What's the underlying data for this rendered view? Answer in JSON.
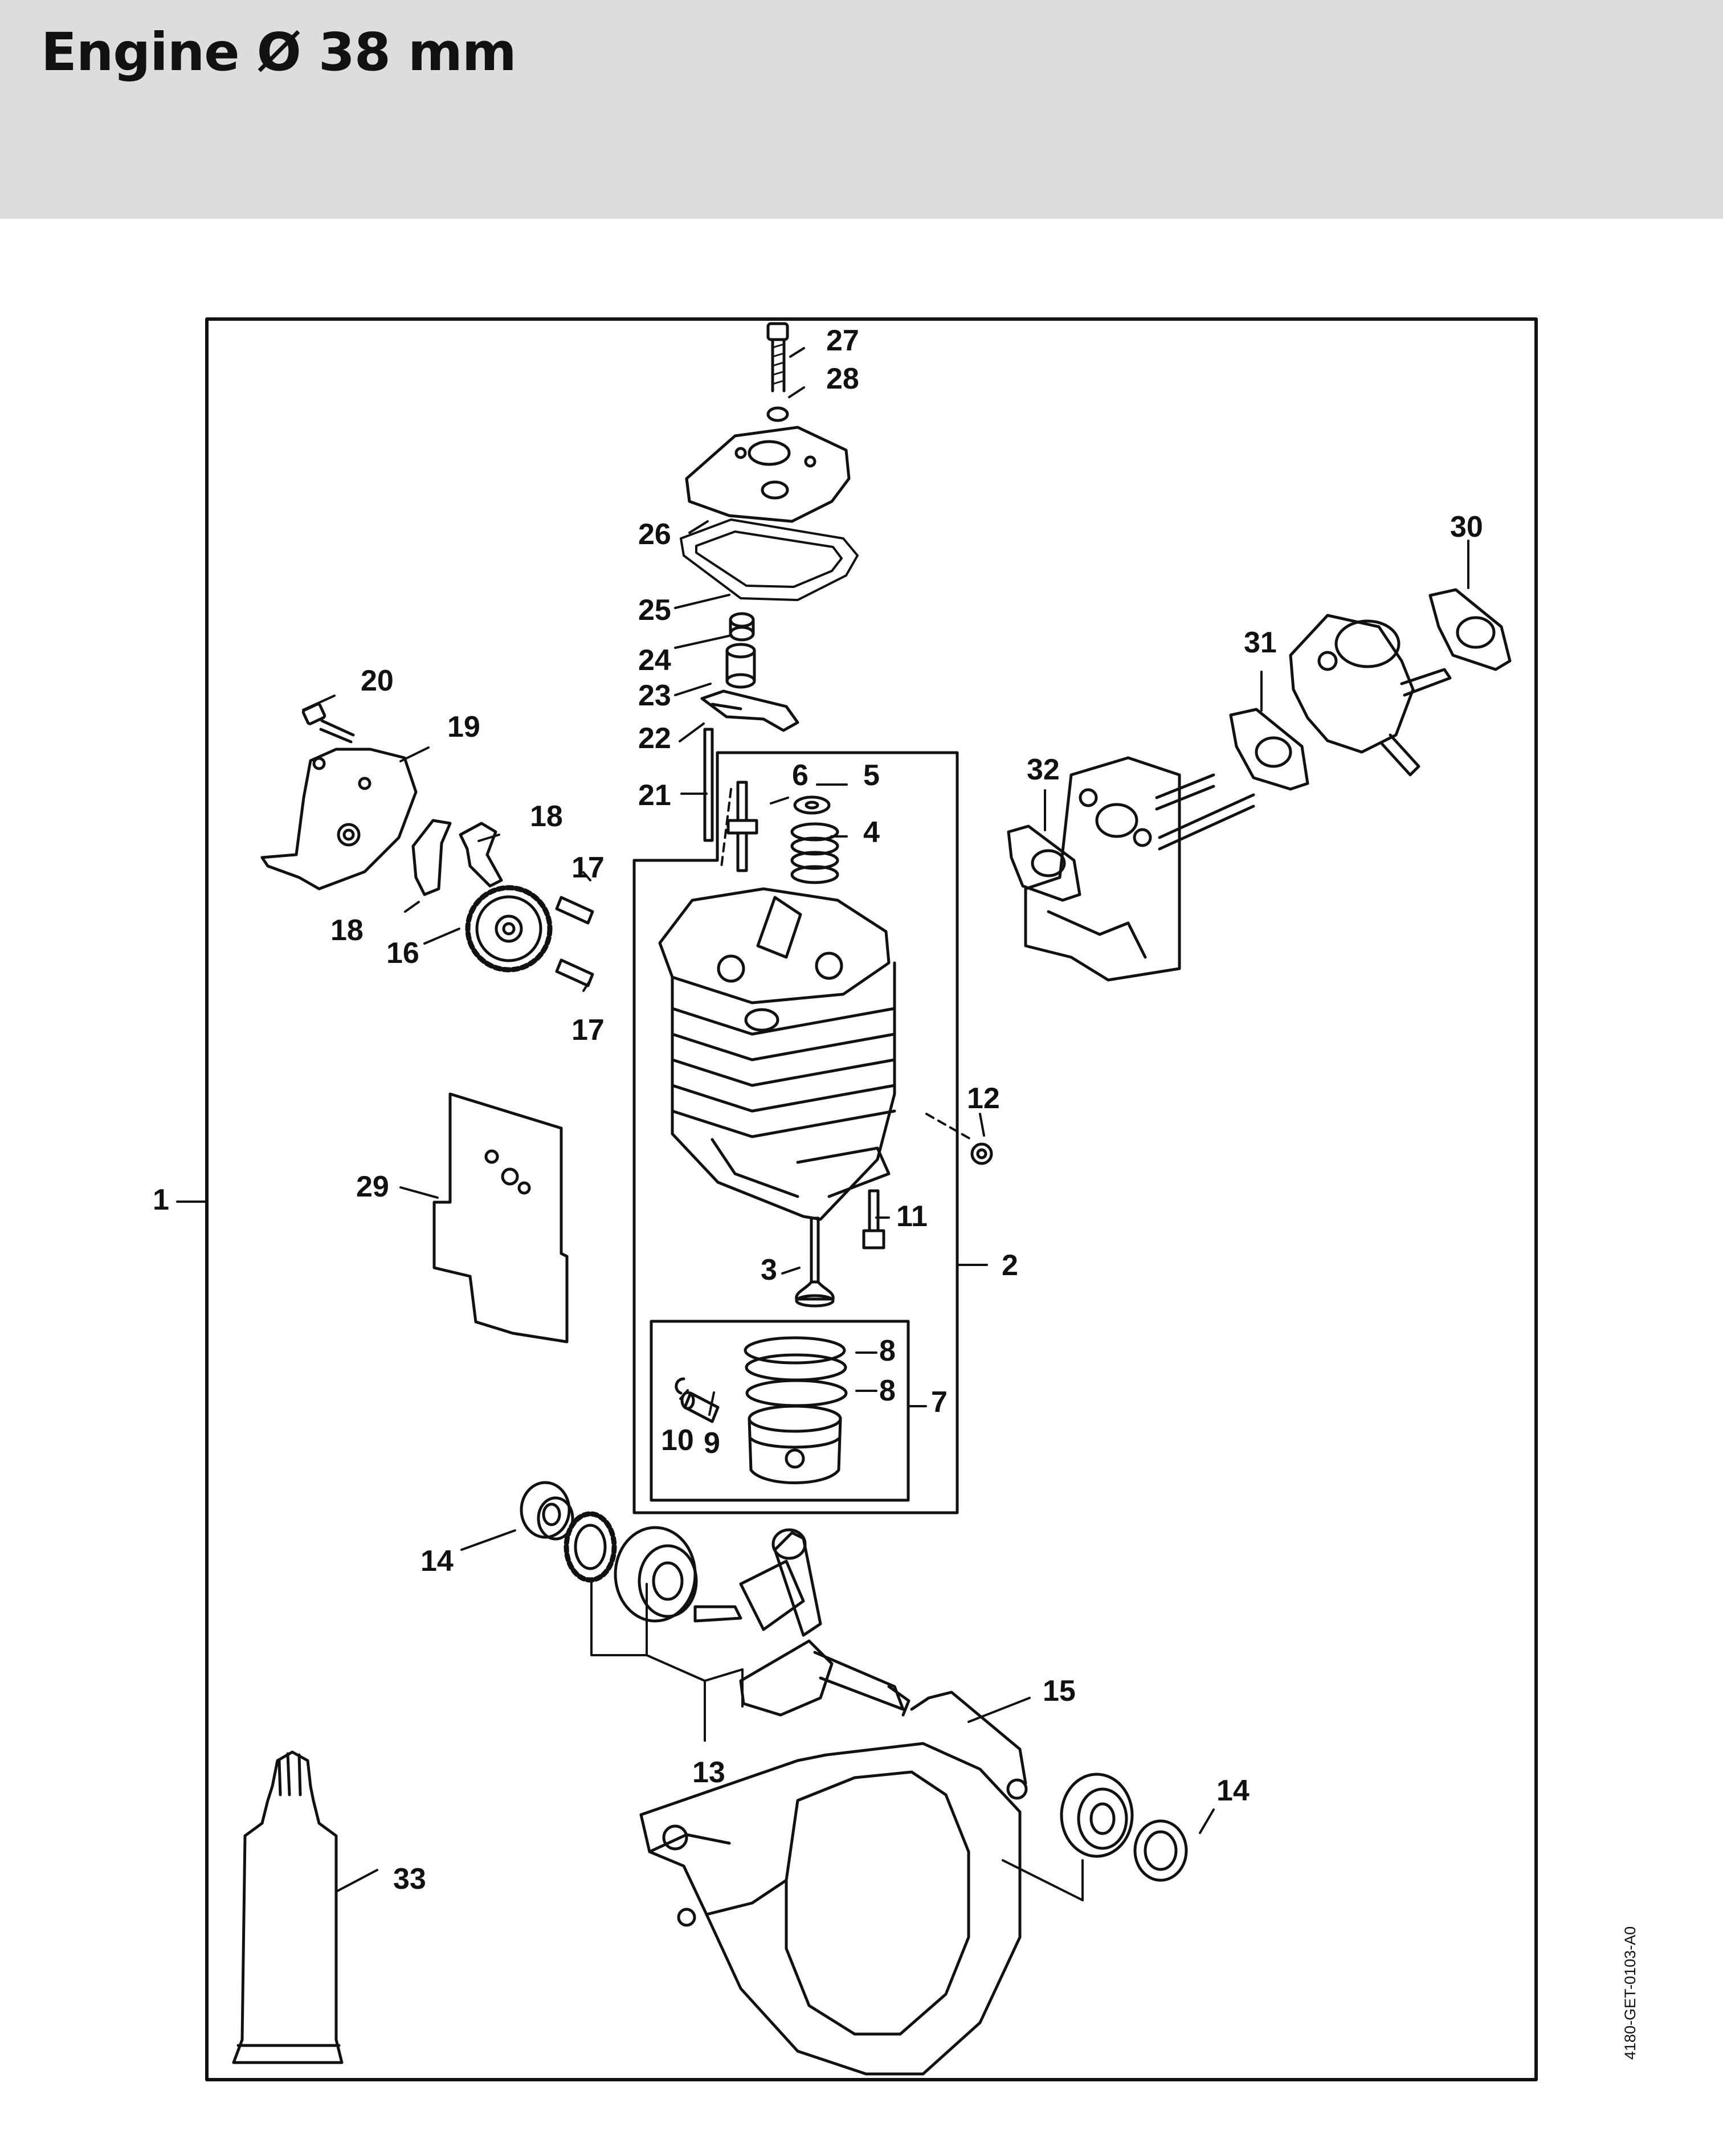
{
  "header": {
    "title": "Engine Ø 38 mm"
  },
  "diagram": {
    "doc_code": "4180-GET-0103-A0",
    "callouts": {
      "c1": "1",
      "c2": "2",
      "c3": "3",
      "c4": "4",
      "c5": "5",
      "c6": "6",
      "c7": "7",
      "c8a": "8",
      "c8b": "8",
      "c9": "9",
      "c10": "10",
      "c11": "11",
      "c12": "12",
      "c13": "13",
      "c14a": "14",
      "c14b": "14",
      "c15": "15",
      "c16": "16",
      "c17a": "17",
      "c17b": "17",
      "c18a": "18",
      "c18b": "18",
      "c19": "19",
      "c20": "20",
      "c21": "21",
      "c22": "22",
      "c23": "23",
      "c24": "24",
      "c25": "25",
      "c26": "26",
      "c27": "27",
      "c28": "28",
      "c29": "29",
      "c30": "30",
      "c31": "31",
      "c32": "32",
      "c33": "33"
    }
  },
  "colors": {
    "header_bg": "#dcdddc",
    "ink": "#111111",
    "page_bg": "#ffffff"
  }
}
